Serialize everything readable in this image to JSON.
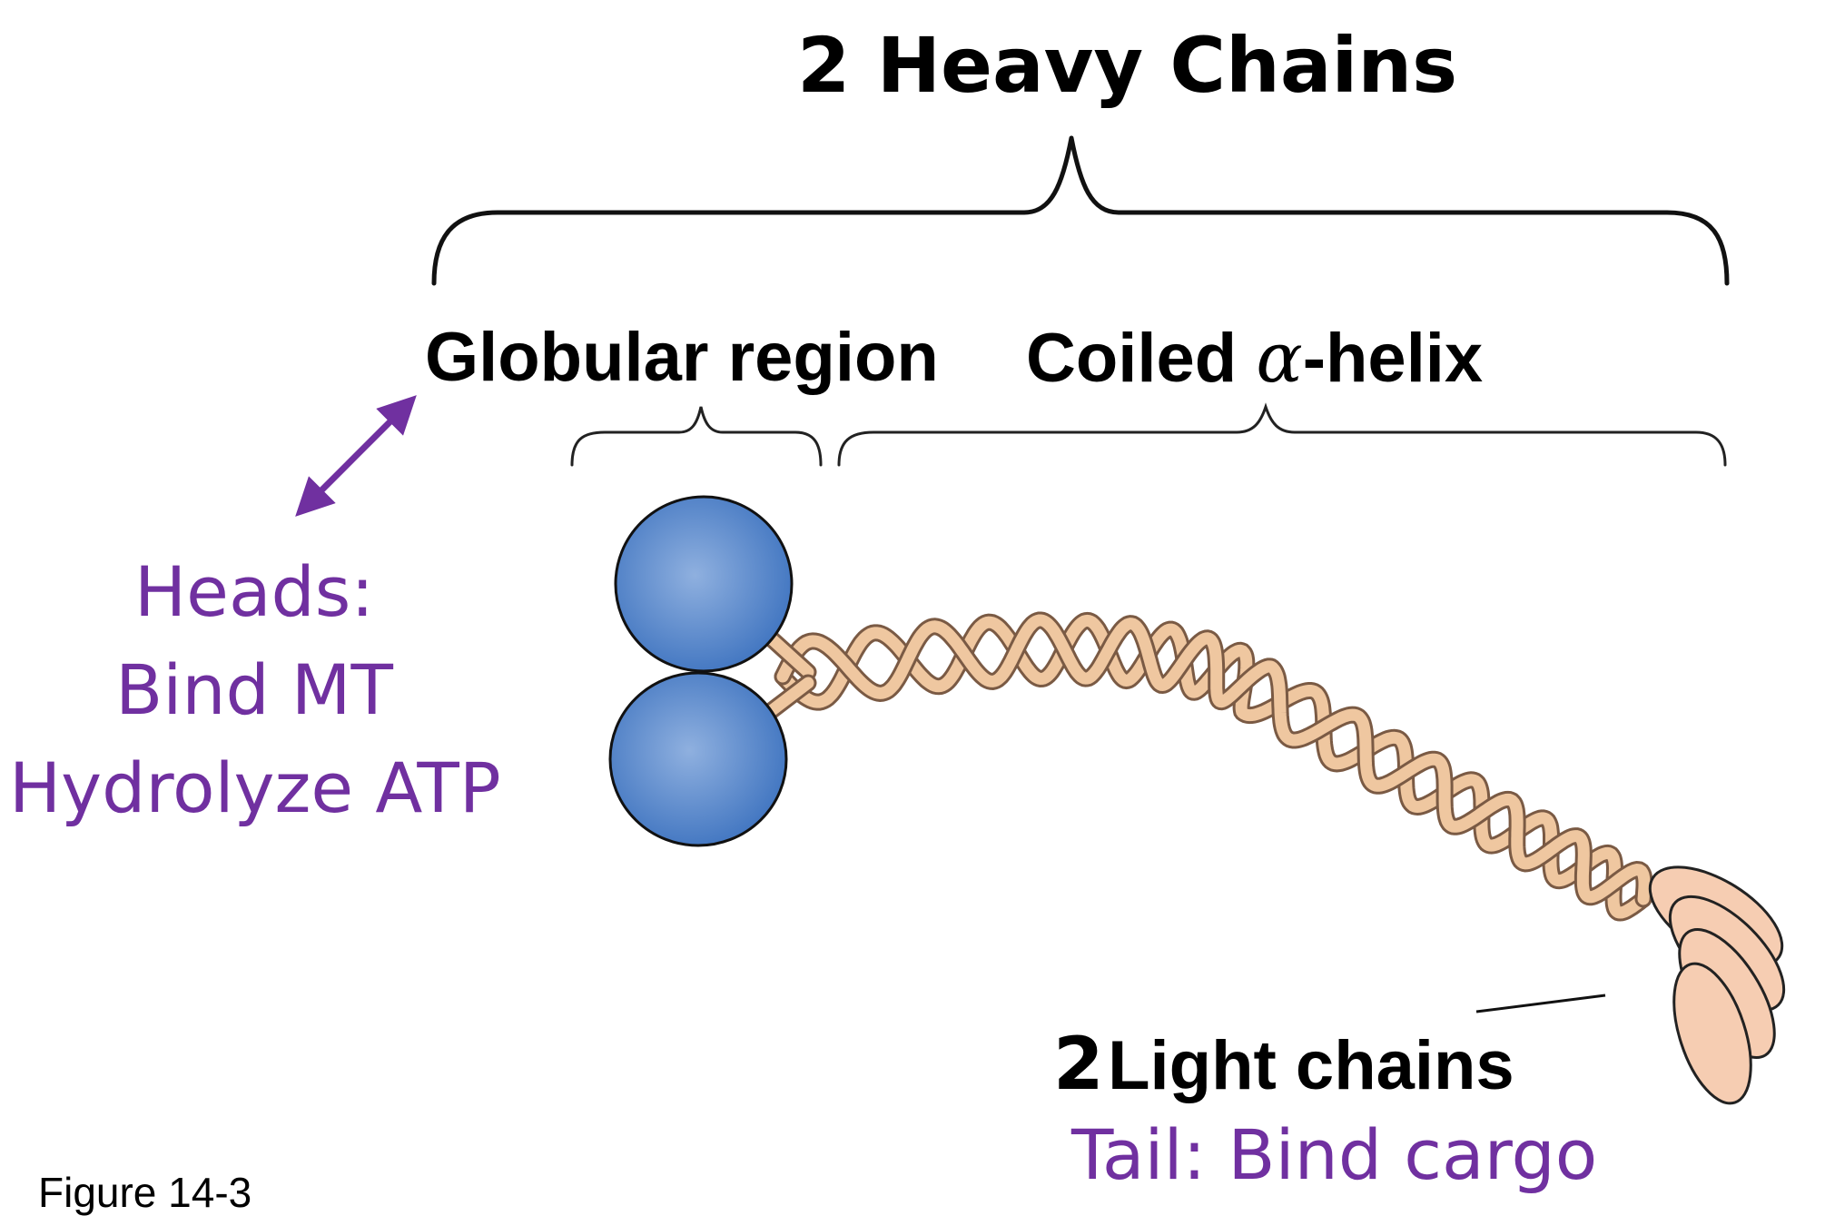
{
  "title": {
    "count": "2",
    "text": "Heavy Chains"
  },
  "regions": {
    "globular": "Globular region",
    "coiled_prefix": "Coiled ",
    "coiled_greek": "α",
    "coiled_suffix": "-helix"
  },
  "heads": {
    "line1": "Heads:",
    "line2": "Bind MT",
    "line3": "Hydrolyze ATP"
  },
  "light_chains": {
    "count": "2",
    "text": "Light chains"
  },
  "tail": "Tail: Bind cargo",
  "figure_caption": "Figure 14-3",
  "colors": {
    "head_fill": "#4a7fc6",
    "coil_fill": "#efc7a0",
    "light_chain_fill": "#f6cdb2",
    "annotation": "#7030A0",
    "outline": "#111111"
  }
}
